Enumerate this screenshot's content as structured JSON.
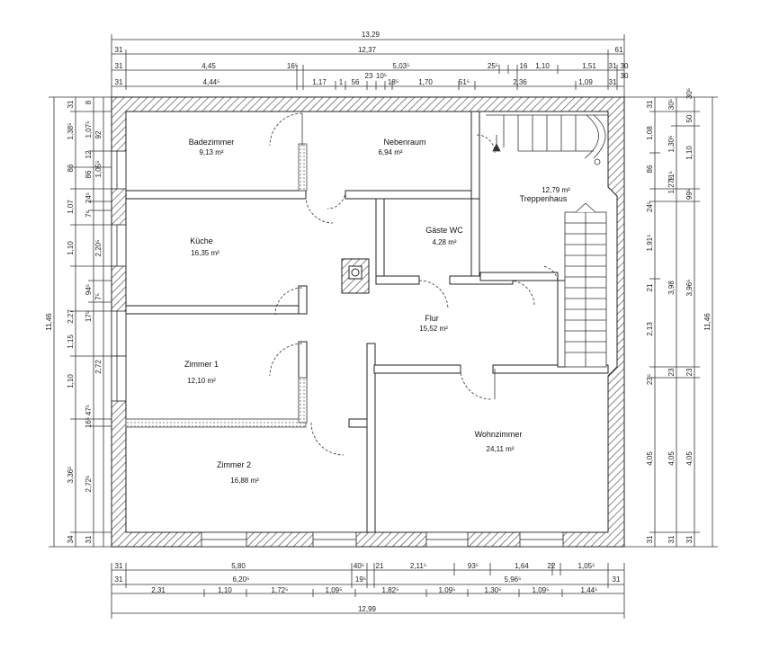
{
  "plan": {
    "top_dims": {
      "row1": [
        "13,29"
      ],
      "row2": [
        "31",
        "12,37",
        "61"
      ],
      "row3": [
        "31",
        "4,45",
        "16⁵",
        "5,03⁵",
        "25⁵",
        "16",
        "1,10",
        "1,51",
        "31",
        "30"
      ],
      "row4": [
        "31",
        "4,44⁵",
        "1,17",
        "1",
        "56",
        "23",
        "10⁵",
        "18⁵",
        "1,70",
        "51⁵",
        "2,36",
        "1,09",
        "31",
        "30"
      ]
    },
    "bottom_dims": {
      "row1": [
        "31",
        "5,80",
        "40⁵",
        "21",
        "2,11⁵",
        "93⁵",
        "1,64",
        "22",
        "1,05⁵"
      ],
      "row2": [
        "31",
        "6,20⁵",
        "19⁵",
        "5,96⁵",
        "31"
      ],
      "row3": [
        "2,31",
        "1,10",
        "1,72⁵",
        "1,09⁵",
        "1,82⁵",
        "1,09⁵",
        "1,30⁵",
        "1,09⁵",
        "1,44⁵"
      ],
      "row4": [
        "12,99"
      ]
    },
    "left_dims": {
      "total": "11,46",
      "col2": [
        "31",
        "1,38⁵",
        "86",
        "1,07",
        "1,10",
        "2,27",
        "1,15",
        "1,10",
        "3,36⁵",
        "34"
      ],
      "col3": [
        "8",
        "1,07⁵",
        "92",
        "12",
        "1,05⁵",
        "86",
        "24⁵",
        "7⁶",
        "2,20⁵",
        "94⁵",
        "7⁵",
        "17⁵",
        "2,72",
        "16⁵",
        "47⁵",
        "2,72⁵",
        "31"
      ]
    },
    "right_dims": {
      "total": "11,46",
      "col1": [
        "31",
        "1,08",
        "86",
        "24⁵",
        "1,91⁵",
        "21",
        "2,13",
        "23⁵",
        "4,05",
        "31"
      ],
      "col2": [
        "30⁵",
        "1,30⁵",
        "11⁵",
        "1,27⁵",
        "3,98",
        "23",
        "4,05",
        "31"
      ],
      "col3": [
        "30⁵",
        "50",
        "1,10",
        "99⁵",
        "3,96⁵",
        "23",
        "4,05",
        "31"
      ]
    },
    "rooms": [
      {
        "name": "Badezimmer",
        "area": "9,13 m²"
      },
      {
        "name": "Nebenraum",
        "area": "6,94 m²"
      },
      {
        "name": "Treppenhaus",
        "area": "12,79 m²"
      },
      {
        "name": "Küche",
        "area": "16,35 m²"
      },
      {
        "name": "Gäste WC",
        "area": "4,28 m²"
      },
      {
        "name": "Flur",
        "area": "15,52 m²"
      },
      {
        "name": "Zimmer 1",
        "area": "12,10 m²"
      },
      {
        "name": "Wohnzimmer",
        "area": "24,11 m²"
      },
      {
        "name": "Zimmer 2",
        "area": "16,88 m²"
      }
    ]
  }
}
